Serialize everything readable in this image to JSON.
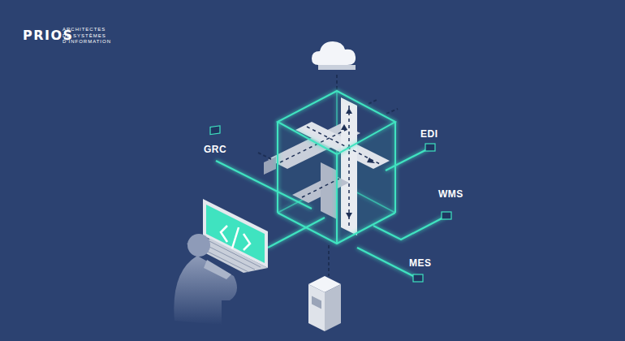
{
  "diagram": {
    "labels": [
      "PRIOS",
      "ARCHITECTES DE SYSTÈMES D'INFORMATION",
      "GRC",
      "EDI",
      "WMS",
      "MES"
    ]
  }
}
